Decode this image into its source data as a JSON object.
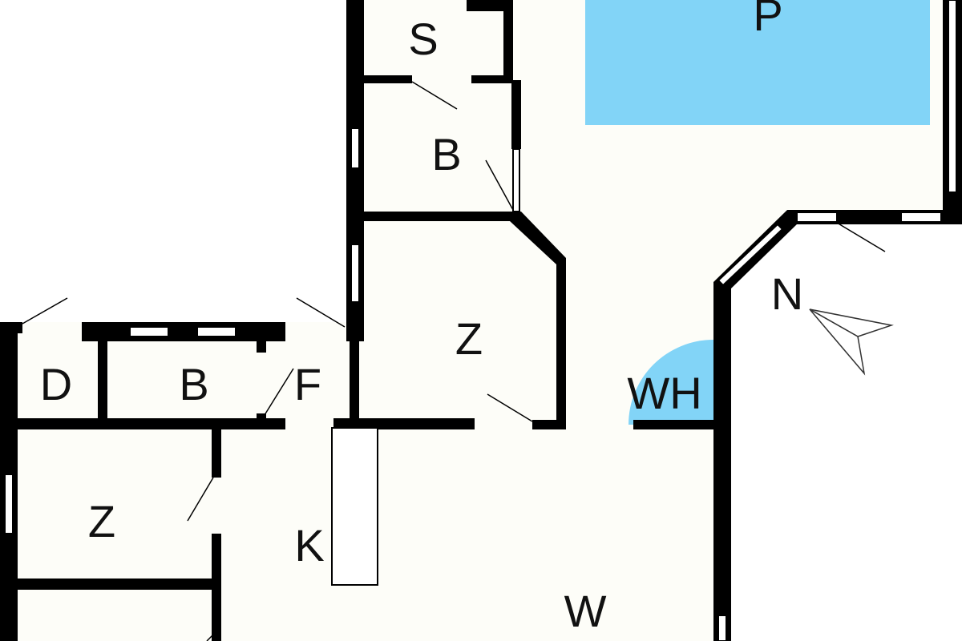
{
  "plan": {
    "colors": {
      "floor": "#fdfdf8",
      "wall": "#000000",
      "pool": "#82d4f7",
      "whirlpool": "#82d4f7"
    },
    "rooms": [
      {
        "key": "storage",
        "label": "S"
      },
      {
        "key": "pool",
        "label": "P"
      },
      {
        "key": "bathroom_upper",
        "label": "B"
      },
      {
        "key": "bedroom_middle",
        "label": "Z"
      },
      {
        "key": "shower",
        "label": "D"
      },
      {
        "key": "bathroom_lower",
        "label": "B"
      },
      {
        "key": "sauna",
        "label": "F"
      },
      {
        "key": "whirlpool",
        "label": "WH"
      },
      {
        "key": "bedroom_left",
        "label": "Z"
      },
      {
        "key": "kitchen",
        "label": "K"
      },
      {
        "key": "living",
        "label": "W"
      }
    ],
    "compass": {
      "label": "N",
      "icon": "north-arrow-icon"
    }
  }
}
